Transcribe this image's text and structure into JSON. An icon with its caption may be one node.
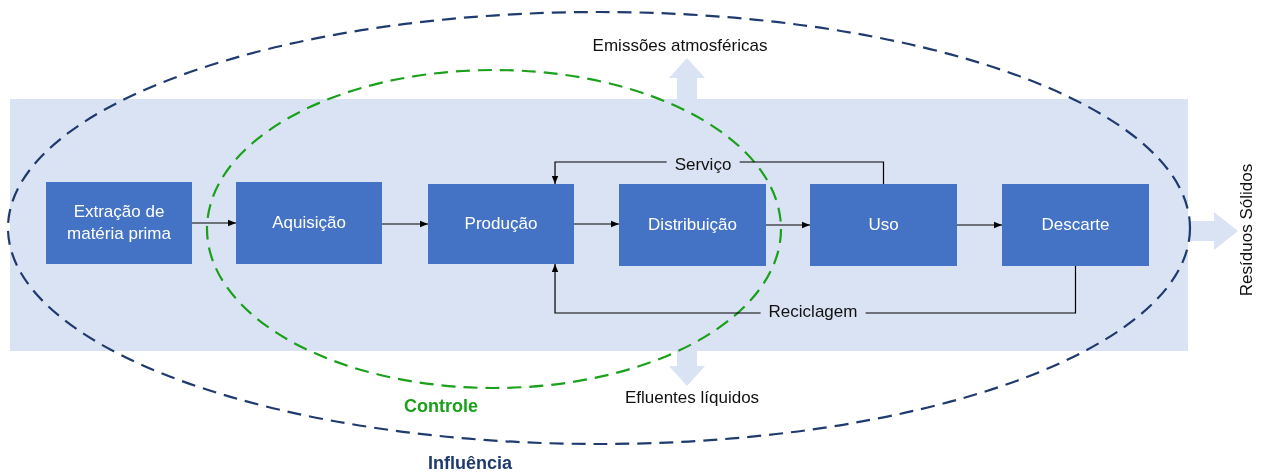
{
  "diagram": {
    "nodes": [
      {
        "text": [
          "Influência"
        ]
      },
      {
        "text": [
          "Controle"
        ],
        "in": 0
      },
      {
        "text": [
          "Extração de matéria prima"
        ],
        "in": 0
      },
      {
        "text": [
          "Aquisição"
        ],
        "in": 1
      },
      {
        "text": [
          "Produção"
        ],
        "in": 1
      },
      {
        "text": [
          "Distribuição"
        ],
        "in": 1
      },
      {
        "text": [
          "Uso"
        ],
        "in": 0
      },
      {
        "text": [
          "Descarte"
        ],
        "in": 0
      }
    ],
    "edges": [
      {
        "from": 2,
        "to": 3,
        "arrow": "to"
      },
      {
        "from": 3,
        "to": 4,
        "arrow": "to"
      },
      {
        "from": 4,
        "to": 5,
        "arrow": "to"
      },
      {
        "from": 5,
        "to": 6,
        "arrow": "to"
      },
      {
        "from": 6,
        "to": 7,
        "arrow": "to"
      },
      {
        "from": 6,
        "to": 4,
        "arrow": "to",
        "label": "Serviço"
      },
      {
        "from": 7,
        "to": 4,
        "arrow": "to",
        "label": "Reciclagem"
      }
    ],
    "labels": [
      "Emissões atmosféricas",
      "Efluentes líquidos",
      "Resíduos Sólidos"
    ]
  }
}
